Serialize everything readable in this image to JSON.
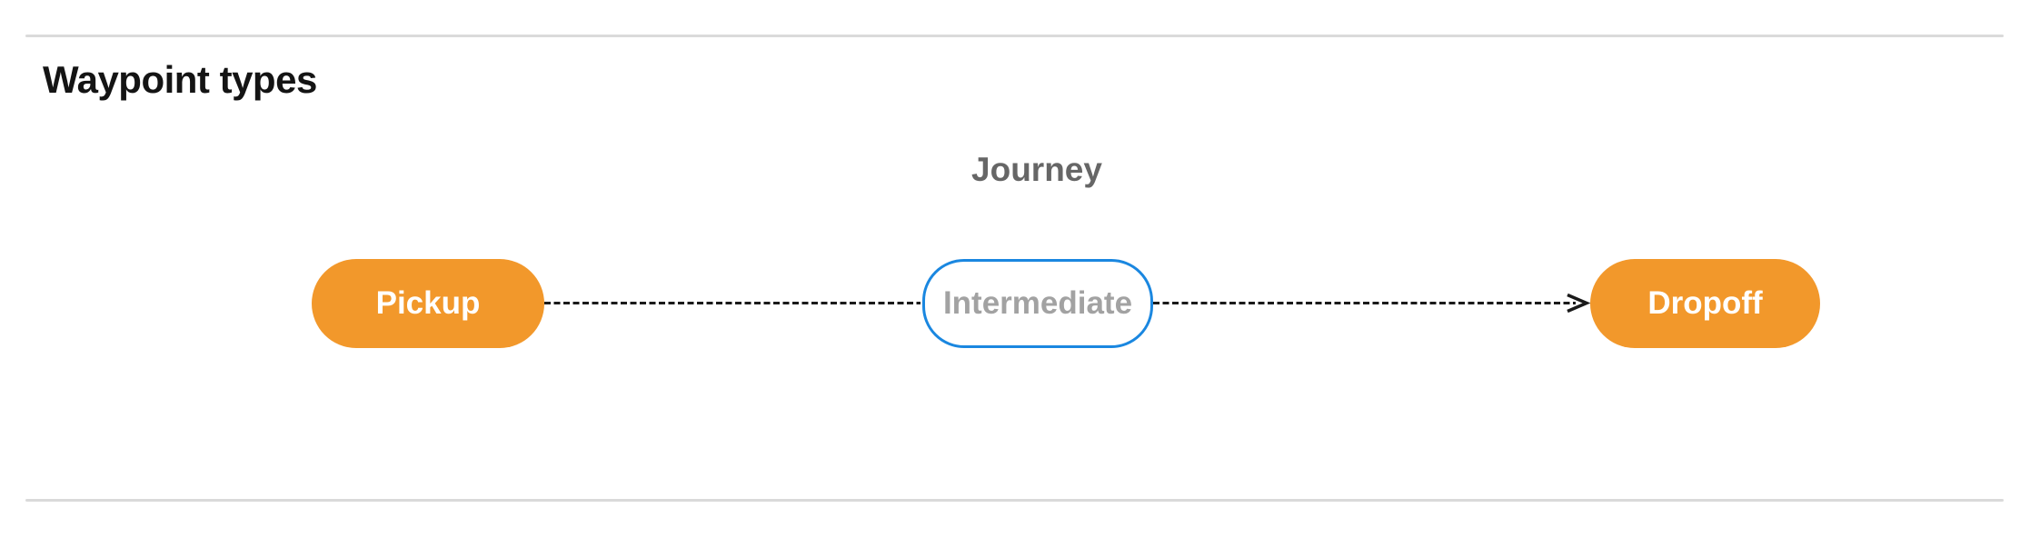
{
  "page": {
    "title": "Waypoint types"
  },
  "diagram": {
    "journey_label": "Journey",
    "nodes": [
      {
        "id": "pickup",
        "label": "Pickup",
        "style": "filled"
      },
      {
        "id": "intermediate",
        "label": "Intermediate",
        "style": "outlined"
      },
      {
        "id": "dropoff",
        "label": "Dropoff",
        "style": "filled"
      }
    ],
    "connections": [
      {
        "from": "pickup",
        "to": "intermediate",
        "style": "dashed",
        "arrow": false
      },
      {
        "from": "intermediate",
        "to": "dropoff",
        "style": "dashed",
        "arrow": true
      }
    ],
    "colors": {
      "node_fill": "#F2982B",
      "node_text": "#FFFFFF",
      "outline": "#1A87E0",
      "outline_text": "#A2A2A2",
      "label_text": "#666666",
      "connector": "#1A1A1A",
      "rule": "#DADADA"
    }
  }
}
